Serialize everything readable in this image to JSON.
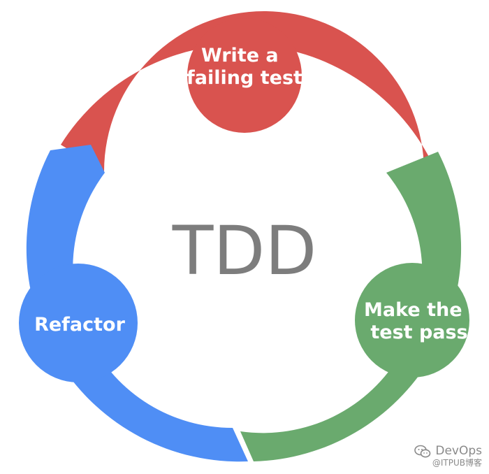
{
  "diagram": {
    "center_text": "TDD",
    "stages": [
      {
        "lines": [
          "Write a",
          "failing test"
        ],
        "color": "#d9534f"
      },
      {
        "lines": [
          "Make the",
          "test pass"
        ],
        "color": "#6aaa6e"
      },
      {
        "lines": [
          "Refactor"
        ],
        "color": "#4f8ef5"
      }
    ],
    "center_color": "#7d7d7d"
  },
  "watermark": {
    "title": "DevOps",
    "source": "@ITPUB博客",
    "icon": "wechat-icon"
  }
}
